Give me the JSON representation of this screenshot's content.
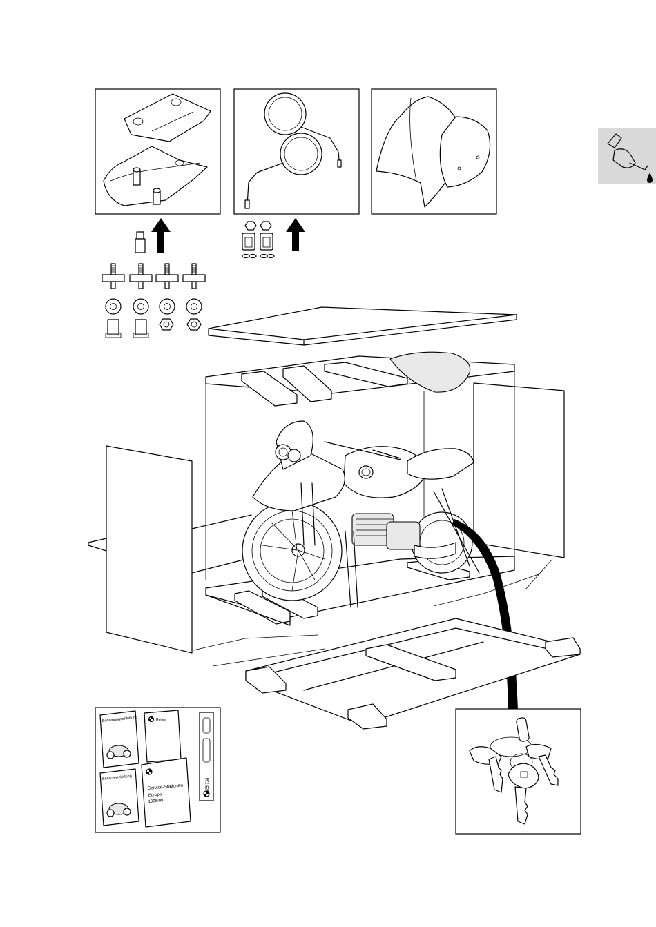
{
  "booklets": {
    "manual_title": "Bedienungsanleitung",
    "service_title": "Service-Anleitung",
    "rider_title": "Reifen",
    "directory_title": "Service-Stationen",
    "directory_region": "Europa",
    "directory_year": "1998/99",
    "part_number": "2 325 738"
  },
  "icon": {
    "name": "hand-refuel-icon"
  }
}
